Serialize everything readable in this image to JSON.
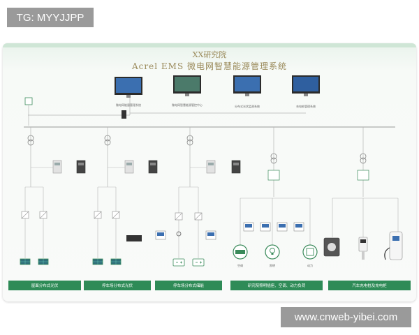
{
  "watermark_top": "TG: MYYJJPP",
  "watermark_bottom": "www.cnweb-yibei.com",
  "title_line1": "XX研究院",
  "title_line2": "Acrel EMS 微电网智慧能源管理系统",
  "colors": {
    "line": "#b5b5b5",
    "green_bar": "#2e8b57",
    "device_dark": "#3a3a3a",
    "screen_blue": "#3b6fb0"
  },
  "monitors": [
    {
      "caption": "微电网能量管理系统"
    },
    {
      "caption": "微电网智慧能源管控中心"
    },
    {
      "caption": "分布式光伏监测系统"
    },
    {
      "caption": "充电桩管理系统"
    }
  ],
  "bottom_bars": [
    {
      "label": "屋面分布式光伏"
    },
    {
      "label": "停车场分布式光伏"
    },
    {
      "label": "停车场分布式储能"
    },
    {
      "label": "研究院照明插座、空调、动力负荷"
    },
    {
      "label": "汽车充电桩及充电柜"
    }
  ],
  "load_labels": [
    "空调",
    "照明",
    "动力"
  ]
}
